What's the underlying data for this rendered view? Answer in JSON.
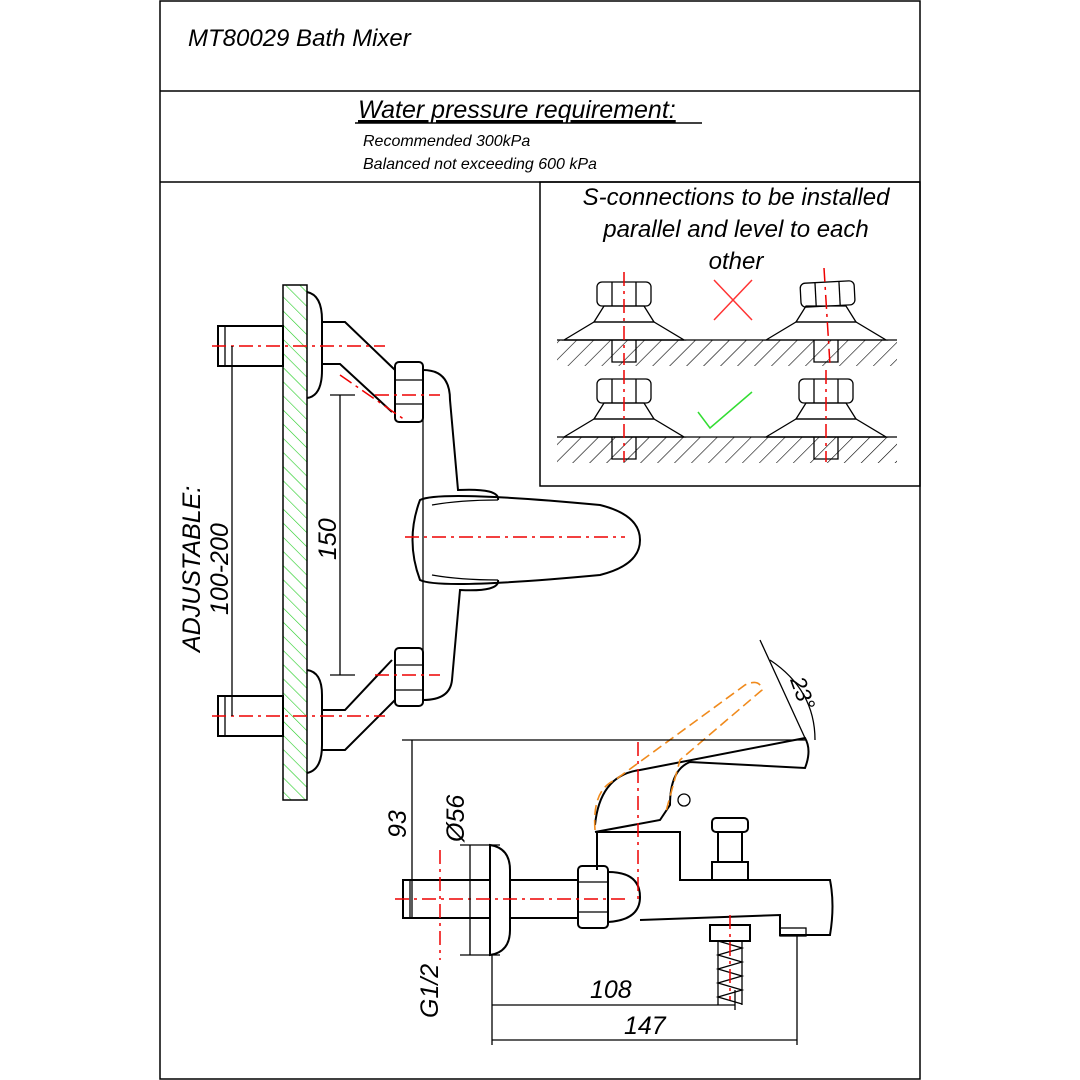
{
  "title": "MT80029 Bath Mixer",
  "pressure": {
    "heading": "Water pressure requirement:",
    "line1": "Recommended 300kPa",
    "line2": "Balanced not exceeding 600 kPa"
  },
  "note": {
    "line1": "S-connections to be installed",
    "line2": "parallel and level to each",
    "line3": "other"
  },
  "dimensions": {
    "adjustable_label": "ADJUSTABLE:",
    "adjustable_range": "100-200",
    "centers": "150",
    "height": "93",
    "flange_dia": "Ø56",
    "thread": "G1/2",
    "spout_108": "108",
    "spout_147": "147",
    "angle": "23°"
  },
  "colors": {
    "centerline": "#e00000",
    "wall_hatch": "#22cc22",
    "lever_alt": "#f08a1c",
    "wrong_mark": "#ff3333",
    "right_mark": "#33dd33"
  }
}
